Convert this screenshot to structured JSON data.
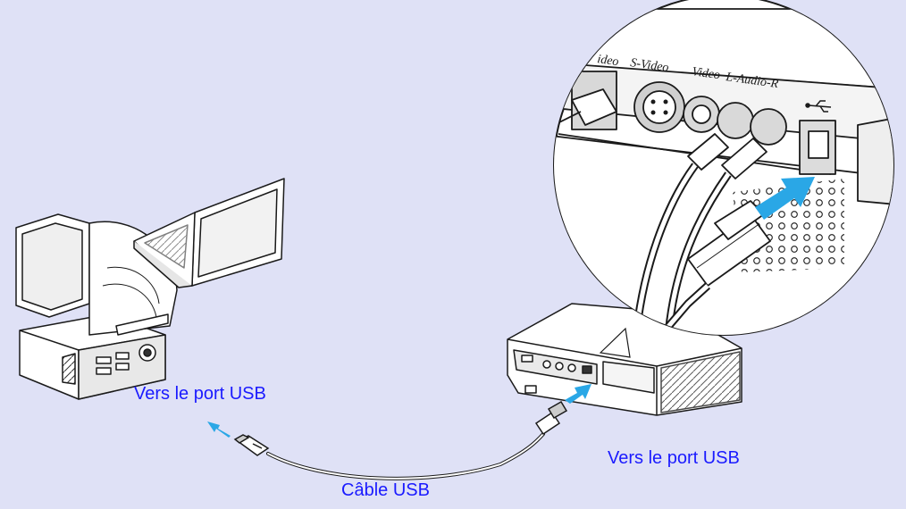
{
  "colors": {
    "background": "#dfe1f6",
    "label_text": "#1a1aff",
    "arrow": "#2aa7e6",
    "line": "#1a1a1a",
    "device_fill": "#ffffff",
    "device_shade": "#d0d0d0"
  },
  "labels": {
    "computer_port": "Vers le port USB",
    "projector_port": "Vers le port USB",
    "cable": "Câble USB"
  },
  "panel_labels": {
    "video_partial": "ideo",
    "svideo": "S-Video",
    "video": "Video",
    "audio": "L-Audio-R"
  },
  "icons": {
    "usb_symbol": "usb-icon",
    "arrow_to_computer": "arrow-left-icon",
    "arrow_to_projector": "arrow-up-right-icon"
  }
}
